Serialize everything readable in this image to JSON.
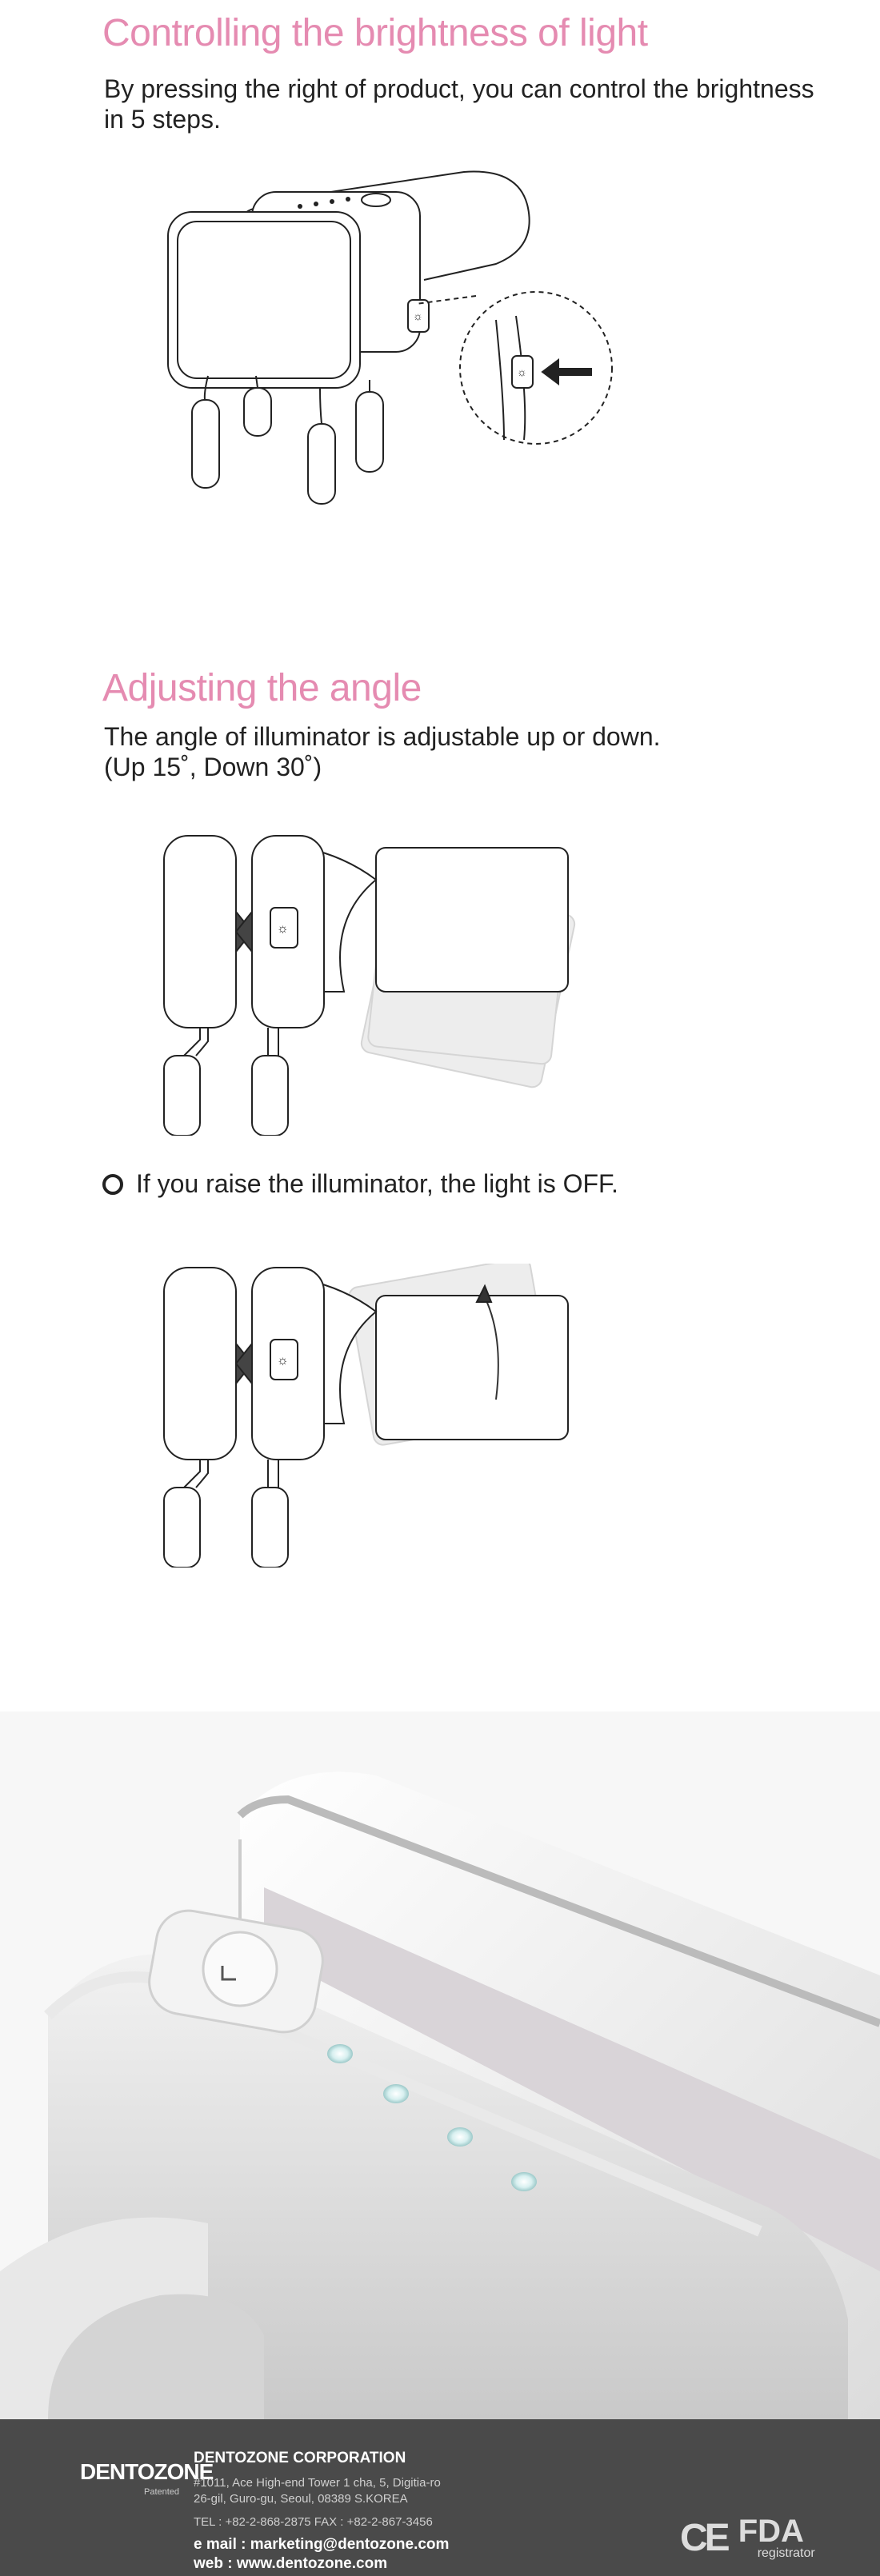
{
  "brightness": {
    "title": "Controlling the brightness of light",
    "description": "By pressing the right of product, you can control the brightness in 5 steps."
  },
  "angle": {
    "title": "Adjusting the angle",
    "description_line1": "The angle of illuminator is adjustable up or down.",
    "description_line2": "(Up 15˚, Down 30˚)",
    "note": "If you raise the illuminator, the light is OFF."
  },
  "footer": {
    "logo_text": "DENTOZONE",
    "logo_sub": "Patented",
    "company": "DENTOZONE CORPORATION",
    "address_line1": "#1011, Ace High-end Tower 1 cha, 5, Digitia-ro",
    "address_line2": "26-gil, Guro-gu, Seoul, 08389 S.KOREA",
    "tel_fax": "TEL : +82-2-868-2875    FAX : +82-2-867-3456",
    "email": "e mail : marketing@dentozone.com",
    "web": "web : www.dentozone.com",
    "cert_ce": "CE",
    "cert_fda": "FDA",
    "cert_fda_sub": "registrator"
  },
  "colors": {
    "title_pink": "#e58bb1",
    "footer_bg": "#4a4a4a"
  }
}
